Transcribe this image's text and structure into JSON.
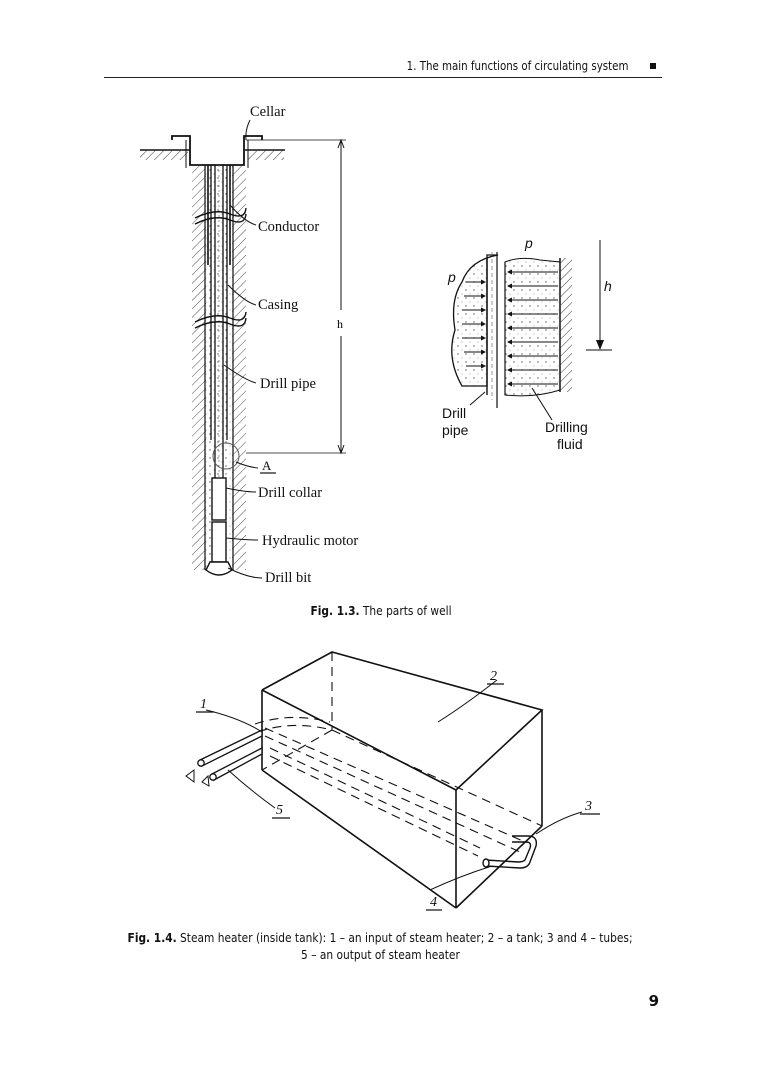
{
  "header": {
    "section_title": "1. The main functions of circulating system"
  },
  "figure_1_3": {
    "well_labels": {
      "cellar": "Cellar",
      "conductor": "Conductor",
      "casing": "Casing",
      "drill_pipe": "Drill pipe",
      "a_marker": "A",
      "drill_collar": "Drill collar",
      "hydraulic_motor": "Hydraulic motor",
      "drill_bit": "Drill bit",
      "depth": "h"
    },
    "detail_labels": {
      "pressure_top": "p",
      "pressure_left": "p",
      "depth": "h",
      "drill_pipe_line1": "Drill",
      "drill_pipe_line2": "pipe",
      "drilling_fluid_line1": "Drilling",
      "drilling_fluid_line2": "fluid"
    },
    "caption_label": "Fig. 1.3.",
    "caption_text": " The parts of well"
  },
  "figure_1_4": {
    "labels": {
      "n1": "1",
      "n2": "2",
      "n3": "3",
      "n4": "4",
      "n5": "5"
    },
    "caption_label": "Fig. 1.4.",
    "caption_line1": " Steam heater (inside tank): 1 – an input of steam heater; 2 – a tank; 3 and 4 – tubes;",
    "caption_line2": "5 – an output of steam heater"
  },
  "page_number": "9"
}
